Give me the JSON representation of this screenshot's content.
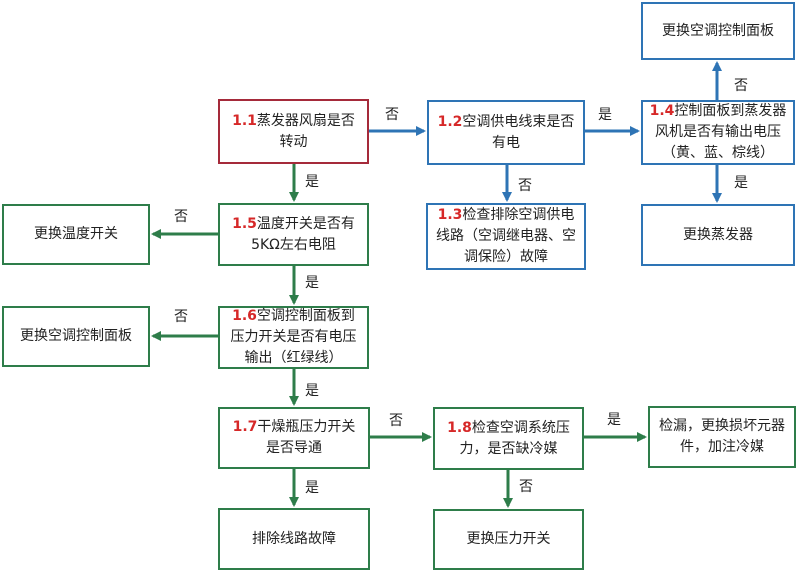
{
  "colors": {
    "blue": "#2e74b5",
    "green": "#2e7d4a",
    "red": "#a52a3a",
    "step_number": "#d62828"
  },
  "nodes": {
    "n11": {
      "num": "1.1",
      "text": "蒸发器风扇是否转动"
    },
    "n12": {
      "num": "1.2",
      "text": "空调供电线束是否有电"
    },
    "n13": {
      "num": "1.3",
      "text": "检查排除空调供电线路（空调继电器、空调保险）故障"
    },
    "n14": {
      "num": "1.4",
      "text": "控制面板到蒸发器风机是否有输出电压（黄、蓝、棕线）"
    },
    "n14_no": {
      "text": "更换空调控制面板"
    },
    "n14_yes": {
      "text": "更换蒸发器"
    },
    "n15": {
      "num": "1.5",
      "text": "温度开关是否有5KΩ左右电阻"
    },
    "n15_no": {
      "text": "更换温度开关"
    },
    "n16": {
      "num": "1.6",
      "text": "空调控制面板到压力开关是否有电压输出（红绿线）"
    },
    "n16_no": {
      "text": "更换空调控制面板"
    },
    "n17": {
      "num": "1.7",
      "text": "干燥瓶压力开关是否导通"
    },
    "n17_yes": {
      "text": "排除线路故障"
    },
    "n18": {
      "num": "1.8",
      "text": "检查空调系统压力，是否缺冷媒"
    },
    "n18_yes": {
      "text": "检漏，更换损坏元器件，加注冷媒"
    },
    "n18_no": {
      "text": "更换压力开关"
    }
  },
  "edges": {
    "e11_12": "否",
    "e12_14": "是",
    "e12_13": "否",
    "e14_top": "否",
    "e14_bottom": "是",
    "e11_15": "是",
    "e15_left": "否",
    "e15_16": "是",
    "e16_left": "否",
    "e16_17": "是",
    "e17_18": "否",
    "e17_down": "是",
    "e18_right": "是",
    "e18_down": "否"
  }
}
